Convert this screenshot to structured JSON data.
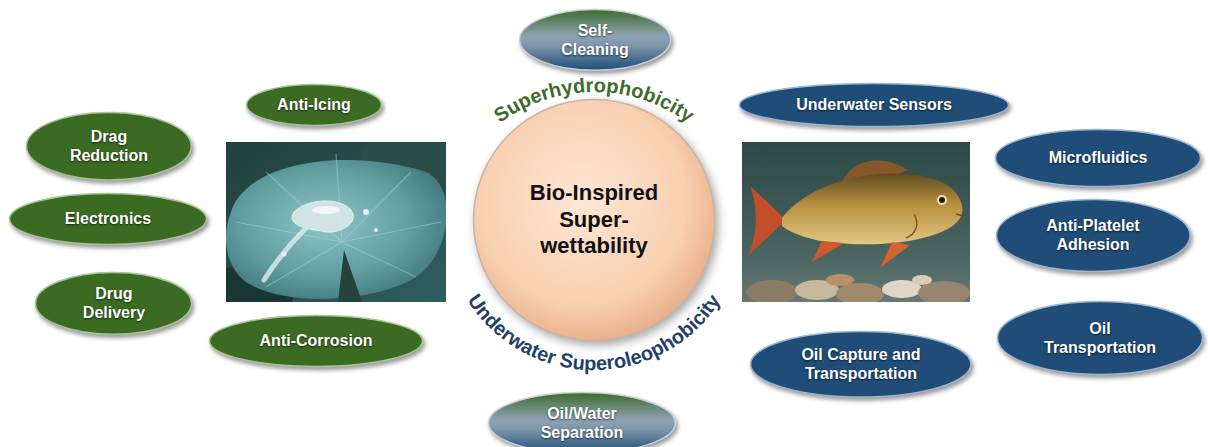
{
  "diagram": {
    "nodes": [
      {
        "text": [
          "Self-Cleaning"
        ]
      },
      {
        "text": [
          "Anti-Icing"
        ]
      },
      {
        "text": [
          "Drag Reduction"
        ]
      },
      {
        "text": [
          "Electronics"
        ]
      },
      {
        "text": [
          "Drug Delivery"
        ]
      },
      {
        "text": [
          "Anti-Corrosion"
        ]
      },
      {
        "text": [
          "Bio-Inspired Super-wettability"
        ]
      },
      {
        "text": [
          "Underwater Sensors"
        ]
      },
      {
        "text": [
          "Microfluidics"
        ]
      },
      {
        "text": [
          "Anti-Platelet Adhesion"
        ]
      },
      {
        "text": [
          "Oil Transportation"
        ]
      },
      {
        "text": [
          "Oil Capture and Transportation"
        ]
      },
      {
        "text": [
          "Oil/Water Separation"
        ]
      }
    ],
    "labels": [
      "Superhydrophobicity",
      "Underwater Superoleophobicity"
    ]
  }
}
